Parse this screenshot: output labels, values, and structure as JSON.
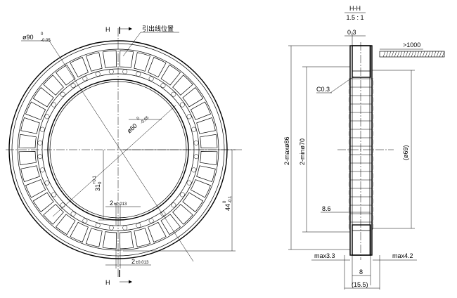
{
  "section_title": "H-H",
  "section_scale": "1.5 : 1",
  "front_view": {
    "section_mark_top": "H",
    "section_mark_bottom": "H",
    "lead_label": "引出线位置",
    "dia_outer": "ø90",
    "dia_outer_tol_up": "0",
    "dia_outer_tol_dn": "-0.05",
    "dia_inner": "ø60",
    "dia_inner_tol_up": "0",
    "dia_inner_tol_dn": "-0.05",
    "dim_31": "31",
    "dim_31_tol_up": "+0.1",
    "dim_31_tol_dn": "0",
    "dim_44": "44",
    "dim_44_tol_up": "0",
    "dim_44_tol_dn": "-0.1",
    "slot_inner": "2",
    "slot_inner_tol": "±0.013",
    "slot_outer": "2",
    "slot_outer_tol": "±0.013"
  },
  "section_view": {
    "dim_top": "0.3",
    "dim_lead": ">1000",
    "chamfer": "C0.3",
    "dim_max_dia": "2-maxø86",
    "dim_min_dia": "2-minø70",
    "dim_ref": "(ø69)",
    "dim_86": "8.6",
    "dim_left": "max3.3",
    "dim_right": "max4.2",
    "dim_width": "8",
    "dim_total": "(15.5)"
  }
}
